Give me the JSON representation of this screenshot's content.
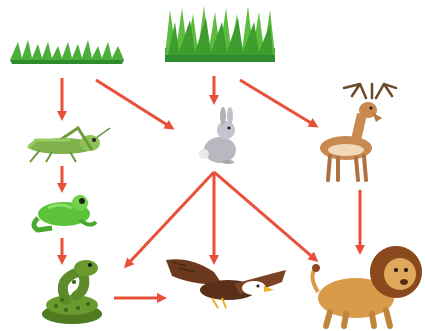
{
  "diagram": {
    "type": "food-web",
    "colors": {
      "arrow": "#e8503a",
      "grass_dark": "#2e8b2e",
      "grass_light": "#6cc24a",
      "grasshopper": "#7fb24a",
      "frog": "#5cc23a",
      "snake": "#5d8a2a",
      "rabbit": "#b8b8c0",
      "deer": "#c98a52",
      "eagle": "#6b3a1e",
      "lion": "#d99a4a",
      "lion_mane": "#8a4a1e"
    },
    "organisms": [
      {
        "id": "short-grass",
        "icon": "short-grass-icon"
      },
      {
        "id": "tall-grass",
        "icon": "tall-grass-icon"
      },
      {
        "id": "grasshopper",
        "icon": "grasshopper-icon"
      },
      {
        "id": "rabbit",
        "icon": "rabbit-icon"
      },
      {
        "id": "deer",
        "icon": "deer-icon"
      },
      {
        "id": "frog",
        "icon": "frog-icon"
      },
      {
        "id": "snake",
        "icon": "snake-icon"
      },
      {
        "id": "eagle",
        "icon": "eagle-icon"
      },
      {
        "id": "lion",
        "icon": "lion-icon"
      }
    ],
    "links": [
      {
        "from": "short-grass",
        "to": "grasshopper"
      },
      {
        "from": "short-grass",
        "to": "rabbit"
      },
      {
        "from": "tall-grass",
        "to": "rabbit"
      },
      {
        "from": "tall-grass",
        "to": "deer"
      },
      {
        "from": "grasshopper",
        "to": "frog"
      },
      {
        "from": "frog",
        "to": "snake"
      },
      {
        "from": "rabbit",
        "to": "snake"
      },
      {
        "from": "rabbit",
        "to": "eagle"
      },
      {
        "from": "rabbit",
        "to": "lion"
      },
      {
        "from": "snake",
        "to": "eagle"
      },
      {
        "from": "deer",
        "to": "lion"
      }
    ]
  }
}
